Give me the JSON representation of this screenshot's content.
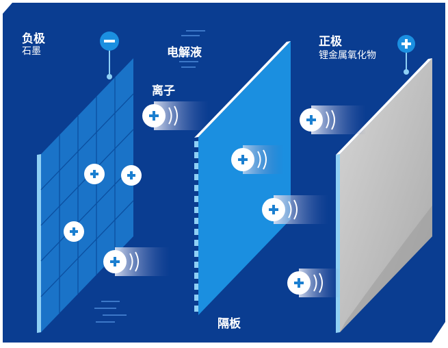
{
  "labels": {
    "anode_title": "负极",
    "anode_material": "石墨",
    "electrolyte": "电解液",
    "ions": "离子",
    "separator": "隔板",
    "cathode_title": "正极",
    "cathode_material": "锂金属氧化物"
  },
  "symbols": {
    "negative": "−",
    "positive": "+"
  },
  "colors": {
    "background": "#0a3d91",
    "anode_panel": "#1a73c8",
    "separator_panel": "#1b8fe0",
    "cathode_panel": "#c9c9c9",
    "ion": "#ffffff",
    "ion_plus": "#1b7fd0"
  }
}
